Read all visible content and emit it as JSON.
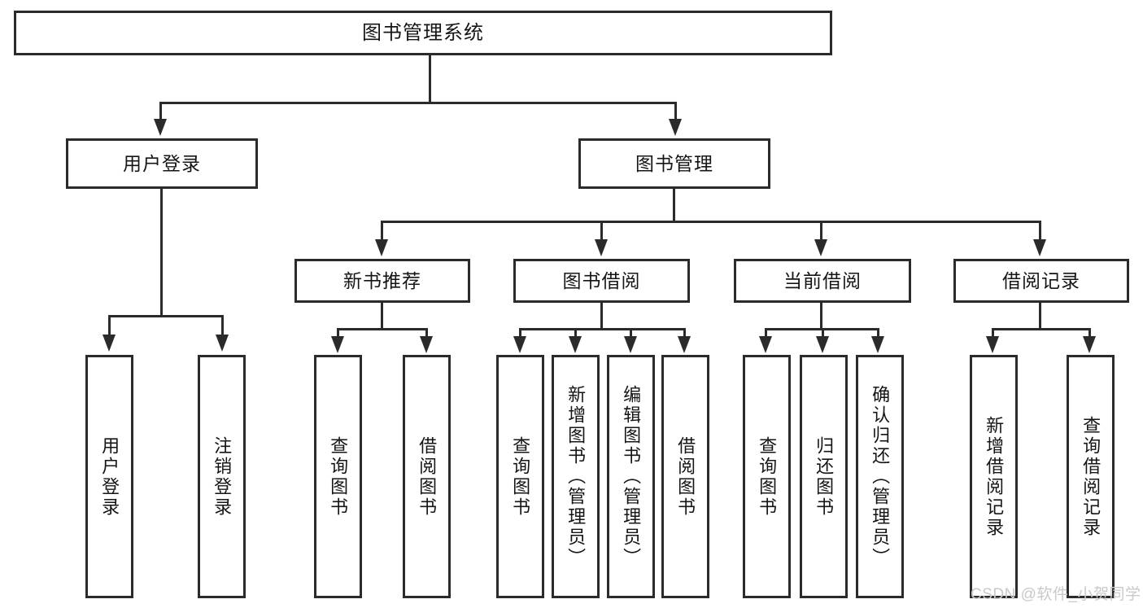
{
  "diagram": {
    "type": "tree",
    "title": "图书管理系统",
    "root": {
      "label": "图书管理系统"
    },
    "level2": [
      {
        "label": "用户登录"
      },
      {
        "label": "图书管理"
      }
    ],
    "level3": [
      {
        "label": "新书推荐"
      },
      {
        "label": "图书借阅"
      },
      {
        "label": "当前借阅"
      },
      {
        "label": "借阅记录"
      }
    ],
    "leaves": {
      "user_login": [
        {
          "label": "用户登录"
        },
        {
          "label": "注销登录"
        }
      ],
      "new_book_recommend": [
        {
          "label": "查询图书"
        },
        {
          "label": "借阅图书"
        }
      ],
      "book_borrow": [
        {
          "label": "查询图书"
        },
        {
          "label": "新增图书（管理员）"
        },
        {
          "label": "编辑图书（管理员）"
        },
        {
          "label": "借阅图书"
        }
      ],
      "current_borrow": [
        {
          "label": "查询图书"
        },
        {
          "label": "归还图书"
        },
        {
          "label": "确认归还（管理员）"
        }
      ],
      "borrow_record": [
        {
          "label": "新增借阅记录"
        },
        {
          "label": "查询借阅记录"
        }
      ]
    }
  },
  "watermark": {
    "text": "CSDN @软件_小贺同学",
    "color": "#c9c9c9"
  },
  "style": {
    "stroke": "#2b2b2b",
    "background": "#ffffff",
    "text_color": "#151515"
  }
}
